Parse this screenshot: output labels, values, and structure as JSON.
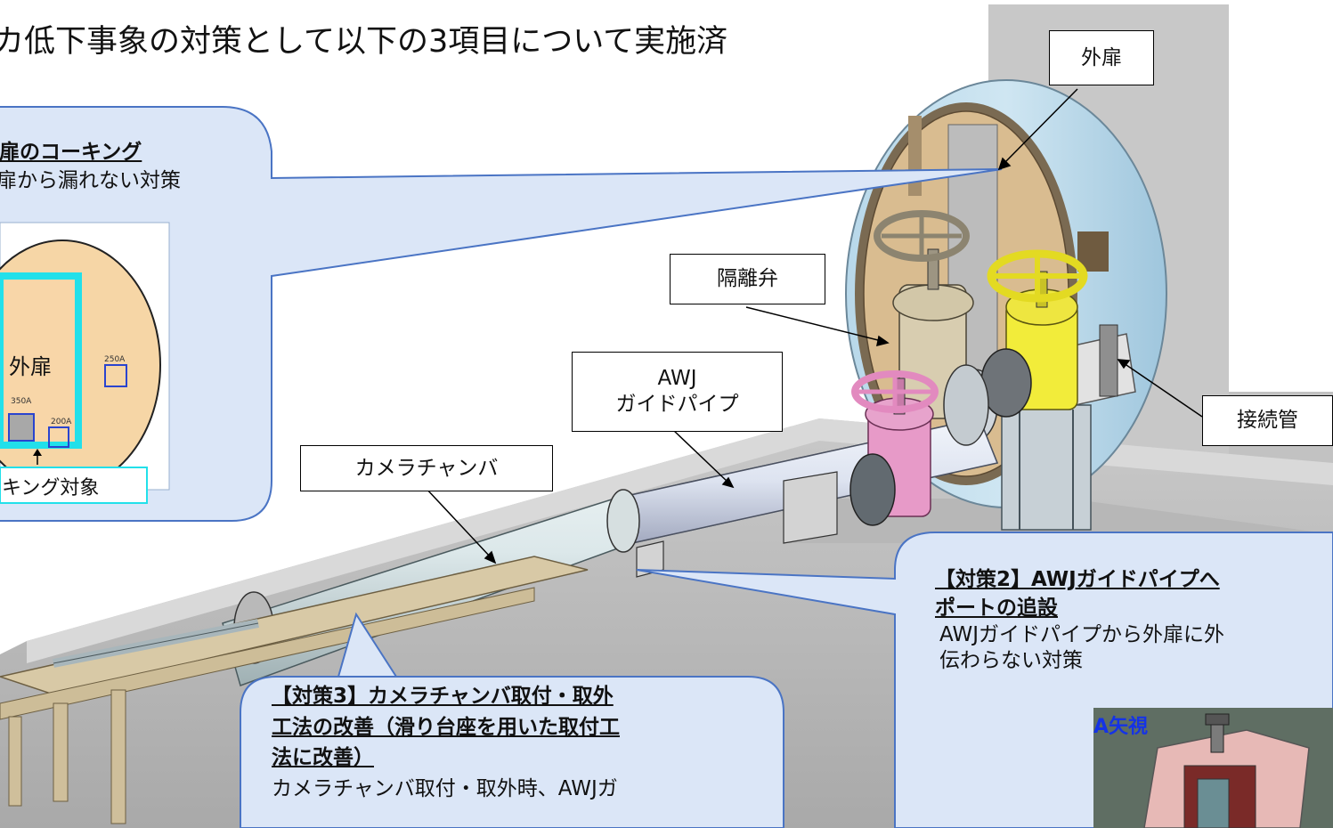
{
  "heading": "カ低下事象の対策として以下の3項目について実施済",
  "labels": {
    "outer_door": "外扉",
    "isolation_valve": "隔離弁",
    "awj_guide_pipe": "AWJ\nガイドパイプ",
    "camera_chamber": "カメラチャンバ",
    "connecting_pipe": "接続管"
  },
  "callout1": {
    "title": "外扉のコーキング",
    "body": "扉から漏れない対策",
    "inset": {
      "door_label": "外扉",
      "small_labels": [
        "250A",
        "350A",
        "200A"
      ],
      "caption": "キング対象"
    }
  },
  "callout2": {
    "title": "【対策2】AWJガイドパイプへ\nポートの追設",
    "body": "AWJガイドパイプから外扉に外\n伝わらない対策",
    "view_label": "A矢視"
  },
  "callout3": {
    "title": "【対策3】カメラチャンバ取付・取外\n工法の改善（滑り台座を用いた取付工\n法に改善）",
    "body": "カメラチャンバ取付・取外時、AWJガ"
  },
  "colors": {
    "callout_fill": "#dbe6f7",
    "callout_stroke": "#4a74c4",
    "door_face": "#e2c8a0",
    "valve_yellow": "#f2ec3a",
    "valve_pink": "#e79ac8",
    "valve_beige": "#d8cdb0",
    "pipe_light": "#dfe9ea",
    "inset_cyan": "#22e0ea",
    "inset_blue_text": "#1533e6"
  }
}
